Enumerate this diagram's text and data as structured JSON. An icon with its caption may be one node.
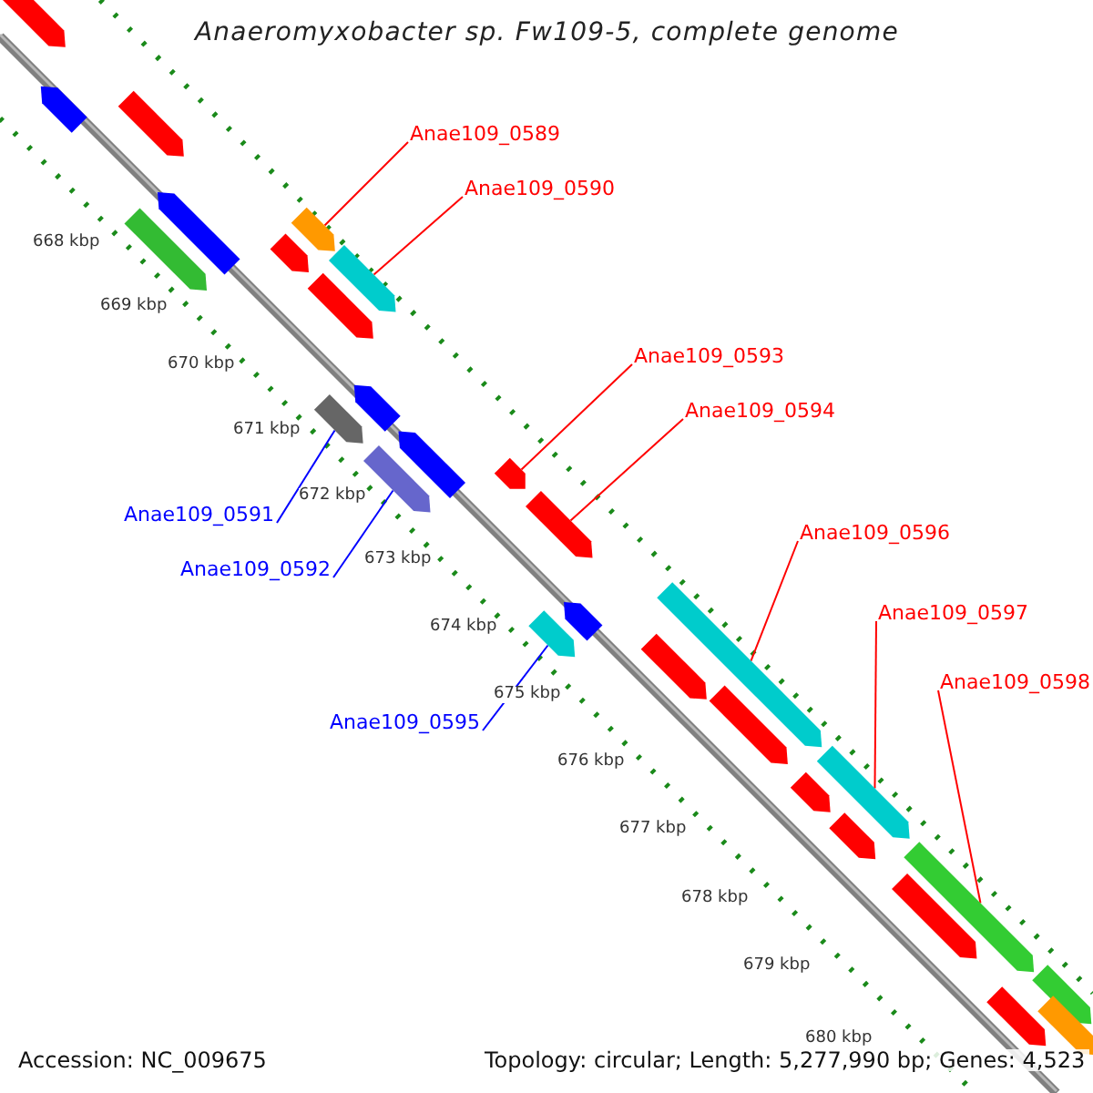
{
  "diagram": {
    "title": "Anaeromyxobacter sp. Fw109-5, complete genome",
    "nodes": [
      {
        "text": [
          "Anae109_0589"
        ]
      },
      {
        "text": [
          "Anae109_0590"
        ]
      },
      {
        "text": [
          "Anae109_0593"
        ]
      },
      {
        "text": [
          "Anae109_0594"
        ]
      },
      {
        "text": [
          "Anae109_0591"
        ]
      },
      {
        "text": [
          "Anae109_0596"
        ]
      },
      {
        "text": [
          "Anae109_0592"
        ]
      },
      {
        "text": [
          "Anae109_0597"
        ]
      },
      {
        "text": [
          "Anae109_0598"
        ]
      },
      {
        "text": [
          "Anae109_0595"
        ]
      },
      {
        "text": [],
        "shape": "arrow"
      },
      {
        "text": [],
        "shape": "arrow"
      },
      {
        "text": [],
        "shape": "arrow"
      },
      {
        "text": [],
        "shape": "arrow"
      },
      {
        "text": [],
        "shape": "arrow"
      },
      {
        "text": [],
        "shape": "arrow"
      },
      {
        "text": [],
        "shape": "arrow"
      },
      {
        "text": [],
        "shape": "arrow"
      },
      {
        "text": [],
        "shape": "arrow"
      },
      {
        "text": [],
        "shape": "arrow"
      },
      {
        "text": [],
        "shape": "arrow"
      },
      {
        "text": [],
        "shape": "arrow"
      },
      {
        "text": [],
        "shape": "arrow"
      },
      {
        "text": [],
        "shape": "arrow"
      },
      {
        "text": [],
        "shape": "arrow"
      },
      {
        "text": [],
        "shape": "arrow"
      },
      {
        "text": [],
        "shape": "arrow"
      },
      {
        "text": [],
        "shape": "arrow"
      },
      {
        "text": [],
        "shape": "arrow"
      },
      {
        "text": [],
        "shape": "arrow"
      },
      {
        "text": [],
        "shape": "arrow"
      },
      {
        "text": [],
        "shape": "arrow"
      },
      {
        "text": [],
        "shape": "arrow"
      },
      {
        "text": [],
        "shape": "arrow"
      },
      {
        "text": [],
        "shape": "arrow"
      },
      {
        "text": [],
        "shape": "arrow"
      },
      {
        "text": [],
        "shape": "arrow"
      },
      {
        "text": [],
        "shape": "arrow"
      }
    ],
    "edges": [
      {
        "from": 0,
        "to": 14,
        "arrow": "none"
      },
      {
        "from": 1,
        "to": 17,
        "arrow": "none"
      },
      {
        "from": 2,
        "to": 22,
        "arrow": "none"
      },
      {
        "from": 3,
        "to": 24,
        "arrow": "none"
      },
      {
        "from": 4,
        "to": 20,
        "arrow": "none",
        "color": "#0000ff"
      },
      {
        "from": 5,
        "to": 27,
        "arrow": "none"
      },
      {
        "from": 6,
        "to": 23,
        "arrow": "none",
        "color": "#0000ff"
      },
      {
        "from": 7,
        "to": 30,
        "arrow": "none"
      },
      {
        "from": 8,
        "to": 33,
        "arrow": "none"
      },
      {
        "from": 9,
        "to": 26,
        "arrow": "none",
        "color": "#0000ff"
      }
    ],
    "labels": [
      "668 kbp",
      "669 kbp",
      "670 kbp",
      "671 kbp",
      "672 kbp",
      "673 kbp",
      "674 kbp",
      "675 kbp",
      "676 kbp",
      "677 kbp",
      "678 kbp",
      "679 kbp",
      "680 kbp",
      "Accession: NC_009675",
      "Topology: circular; Length: 5,277,990 bp; Genes: 4,523"
    ]
  }
}
